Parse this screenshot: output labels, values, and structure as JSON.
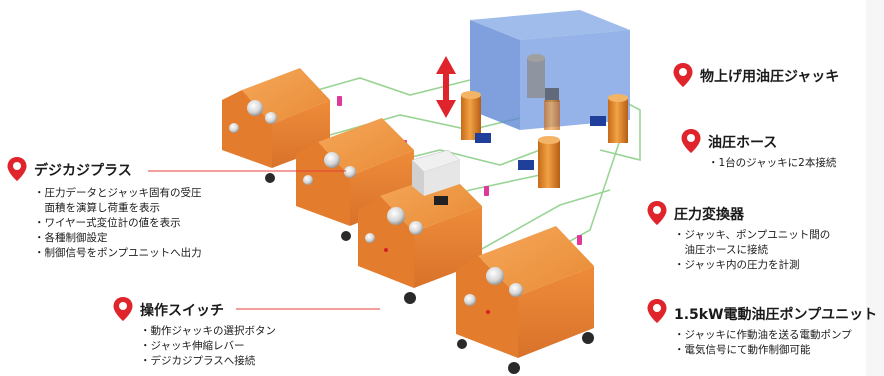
{
  "labels": {
    "jack": {
      "title": "物上げ用油圧ジャッキ"
    },
    "hose": {
      "title": "油圧ホース",
      "lines": [
        "・1台のジャッキに2本接続"
      ]
    },
    "pressure": {
      "title": "圧力変換器",
      "lines": [
        "・ジャッキ、ポンプユニット間の",
        "　油圧ホースに接続",
        "・ジャッキ内の圧力を計測"
      ]
    },
    "pump": {
      "title": "1.5kW電動油圧ポンプユニット",
      "lines": [
        "・ジャッキに作動油を送る電動ポンプ",
        "・電気信号にて動作制御可能"
      ]
    },
    "digi": {
      "title": "デジカジプラス",
      "lines": [
        "・圧力データとジャッキ固有の受圧",
        "　面積を演算し荷重を表示",
        "・ワイヤー式変位計の値を表示",
        "・各種制御設定",
        "・制御信号をポンプユニットへ出力"
      ]
    },
    "switch": {
      "title": "操作スイッチ",
      "lines": [
        "・動作ジャッキの選択ボタン",
        "・ジャッキ伸縮レバー",
        "・デジカジプラスへ接続"
      ]
    }
  },
  "colors": {
    "accent": "#e83c3c",
    "pump_body": "#ec8a3a",
    "load_block": "#6f98de",
    "jack_body": "#e8902e",
    "hose": "#8fd08a"
  },
  "icons": {
    "pin": "map-pin-icon",
    "arrow": "double-arrow-icon"
  }
}
